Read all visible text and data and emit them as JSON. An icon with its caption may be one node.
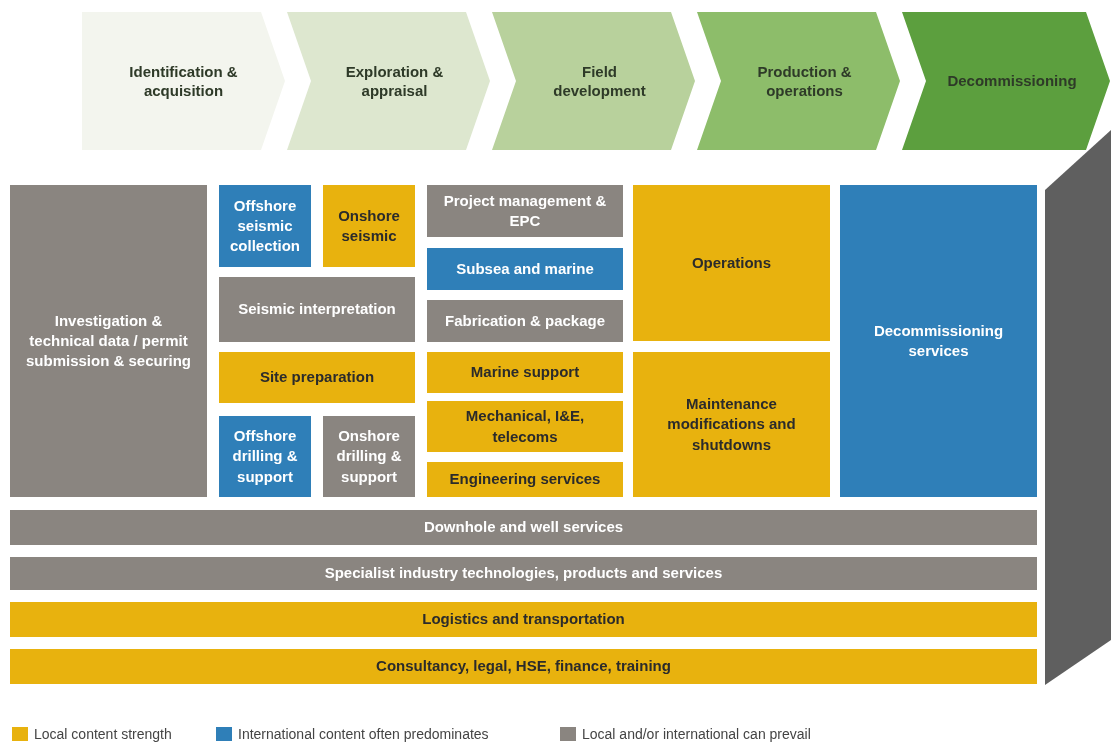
{
  "diagram": {
    "nodes": [
      {
        "text": [
          "Identification & acquisition"
        ]
      },
      {
        "text": [
          "Exploration & appraisal"
        ]
      },
      {
        "text": [
          "Field development"
        ]
      },
      {
        "text": [
          "Production & operations"
        ]
      },
      {
        "text": [
          "Decommissioning"
        ]
      },
      {
        "text": [
          "Investigation & technical data / permit submission & securing"
        ]
      },
      {
        "text": [
          "Offshore seismic collection"
        ]
      },
      {
        "text": [
          "Onshore seismic"
        ]
      },
      {
        "text": [
          "Seismic interpretation"
        ]
      },
      {
        "text": [
          "Site preparation"
        ]
      },
      {
        "text": [
          "Offshore drilling & support"
        ]
      },
      {
        "text": [
          "Onshore drilling & support"
        ]
      },
      {
        "text": [
          "Project management & EPC"
        ]
      },
      {
        "text": [
          "Subsea and marine"
        ]
      },
      {
        "text": [
          "Fabrication & package"
        ]
      },
      {
        "text": [
          "Marine support"
        ]
      },
      {
        "text": [
          "Mechanical, I&E, telecoms"
        ]
      },
      {
        "text": [
          "Engineering services"
        ]
      },
      {
        "text": [
          "Operations"
        ]
      },
      {
        "text": [
          "Maintenance modifications and shutdowns"
        ]
      },
      {
        "text": [
          "Decommissioning services"
        ]
      },
      {
        "text": [
          "Downhole and well services"
        ]
      },
      {
        "text": [
          "Specialist industry technologies, products and services"
        ]
      },
      {
        "text": [
          "Logistics and transportation"
        ]
      },
      {
        "text": [
          "Consultancy, legal, HSE, finance, training"
        ]
      }
    ],
    "legend": [
      {
        "text": "Local content strength",
        "color": "#e8b20e"
      },
      {
        "text": "International content often predominates",
        "color": "#2f7fb8"
      },
      {
        "text": "Local and/or international can prevail",
        "color": "#8a8580"
      }
    ]
  }
}
